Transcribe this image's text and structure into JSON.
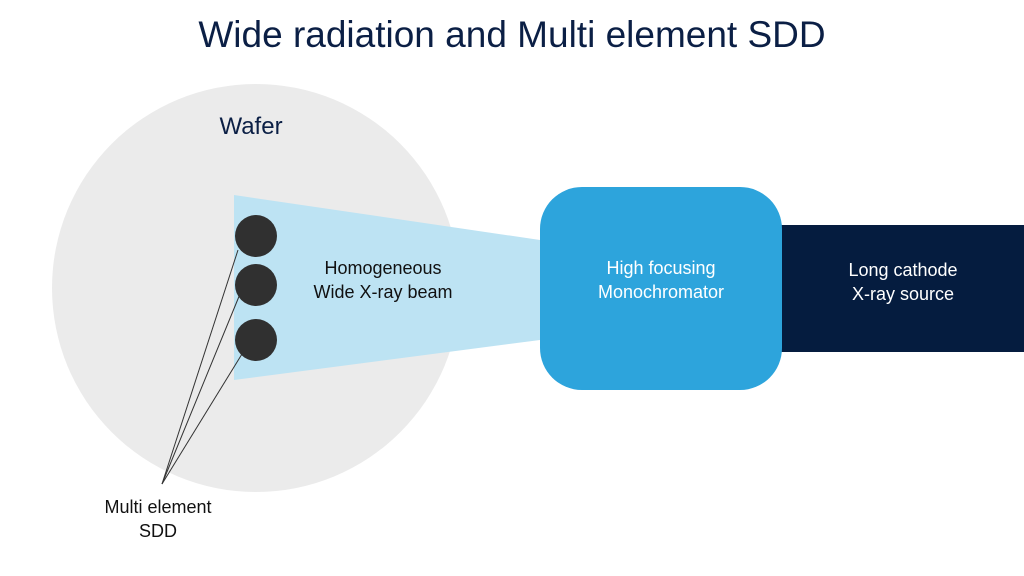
{
  "title": "Wide radiation and Multi element SDD",
  "wafer": {
    "label": "Wafer"
  },
  "beam": {
    "line1": "Homogeneous",
    "line2": "Wide X-ray beam"
  },
  "monochromator": {
    "line1": "High focusing",
    "line2": "Monochromator"
  },
  "source": {
    "line1": "Long cathode",
    "line2": "X-ray source"
  },
  "detector": {
    "line1": "Multi element",
    "line2": "SDD",
    "element_count": 3
  },
  "colors": {
    "title": "#0b1f45",
    "wafer_fill": "#ebebeb",
    "beam_fill": "#bde3f3",
    "monochromator_fill": "#2da4dc",
    "source_fill": "#051c3f",
    "detector_fill": "#303030",
    "label_dark": "#111111",
    "label_light": "#ffffff"
  }
}
